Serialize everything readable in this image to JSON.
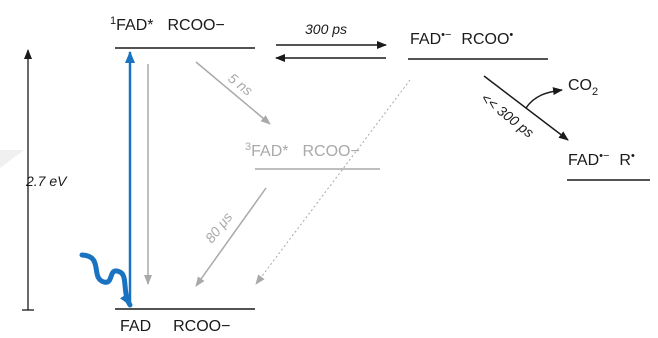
{
  "states": {
    "s1_excited": {
      "sup": "1",
      "fad": "FAD*",
      "partner": "RCOO−"
    },
    "triplet": {
      "sup": "3",
      "fad": "FAD*",
      "partner": "RCOO−"
    },
    "ground": {
      "fad": "FAD",
      "partner": "RCOO−"
    },
    "radical_pair": {
      "fad": "FAD",
      "fad_sup": "•−",
      "partner": "RCOO",
      "partner_sup": "•"
    },
    "product": {
      "fad": "FAD",
      "fad_sup": "•−",
      "partner": "R",
      "partner_sup": "•"
    }
  },
  "co2": {
    "main": "CO",
    "sub": "2"
  },
  "rates": {
    "et_forward": "300 ps",
    "isc": "5 ns",
    "triplet_decay": "80 μs",
    "decarboxylation": "<< 300 ps"
  },
  "energy_gap": "2.7 eV",
  "colors": {
    "excitation": "#1a73c0",
    "gray": "#a9a9a9",
    "dark": "#1a1a1a",
    "background": "#ffffff"
  }
}
